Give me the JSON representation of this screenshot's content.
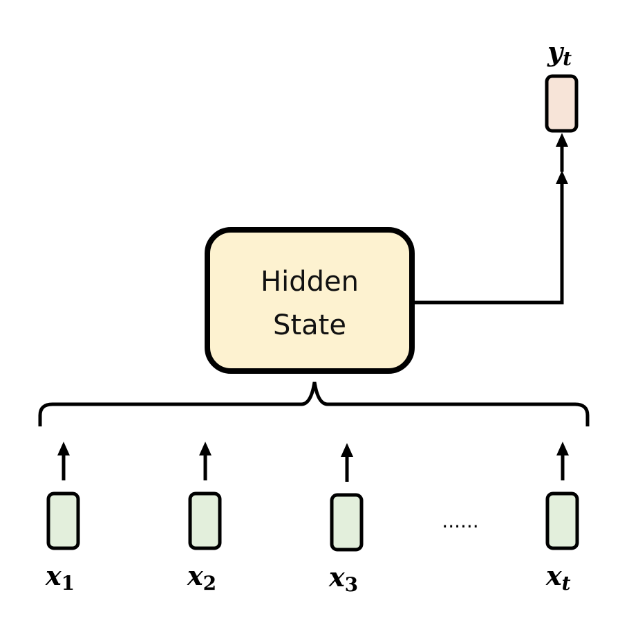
{
  "diagram": {
    "hidden_state": {
      "line1": "Hidden",
      "line2": "State",
      "fill": "#fdf2d0"
    },
    "output": {
      "var": "y",
      "sub": "t",
      "fill": "#f7e4d8"
    },
    "inputs": [
      {
        "var": "x",
        "sub": "1"
      },
      {
        "var": "x",
        "sub": "2"
      },
      {
        "var": "x",
        "sub": "3"
      },
      {
        "var": "x",
        "sub": "t"
      }
    ],
    "ellipsis": "......",
    "input_fill": "#e3efdc",
    "stroke": "#000000"
  }
}
